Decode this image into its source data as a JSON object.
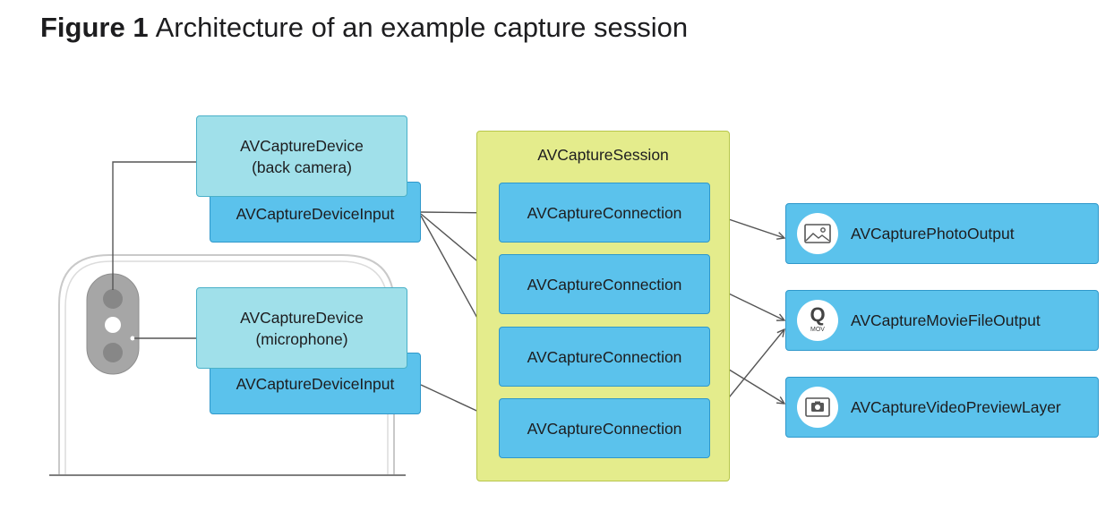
{
  "figure": {
    "number": "Figure 1",
    "caption": "Architecture of an example capture session"
  },
  "devices": {
    "camera": {
      "line1": "AVCaptureDevice",
      "line2": "(back camera)",
      "input_label": "AVCaptureDeviceInput"
    },
    "microphone": {
      "line1": "AVCaptureDevice",
      "line2": "(microphone)",
      "input_label": "AVCaptureDeviceInput"
    }
  },
  "session": {
    "label": "AVCaptureSession",
    "connections": [
      "AVCaptureConnection",
      "AVCaptureConnection",
      "AVCaptureConnection",
      "AVCaptureConnection"
    ]
  },
  "outputs": [
    {
      "label": "AVCapturePhotoOutput",
      "icon": "photo-icon"
    },
    {
      "label": "AVCaptureMovieFileOutput",
      "icon": "quicktime-mov-icon",
      "icon_caption": "MOV"
    },
    {
      "label": "AVCaptureVideoPreviewLayer",
      "icon": "camera-icon"
    }
  ],
  "colors": {
    "input_fill": "#5bc2ec",
    "device_fill": "#a0e0ea",
    "session_fill": "#e4ec8c",
    "arrow": "#555555"
  }
}
